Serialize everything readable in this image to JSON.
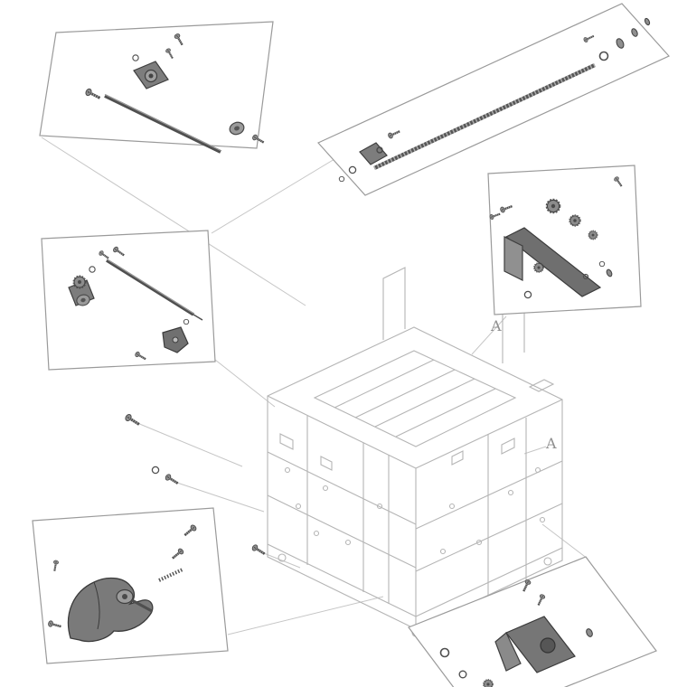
{
  "page": {
    "type": "exploded-parts-diagram",
    "background": "#ffffff"
  },
  "diagram": {
    "labels": {
      "section_a_upper": "A",
      "section_a_lower": "A"
    },
    "colors": {
      "chassis_outline": "#b5b5b5",
      "callout_border": "#9a9a9a",
      "part_dark": "#4f4f4f",
      "part_mid": "#8a8a8a",
      "leader_line": "#c6c6c6",
      "label_text": "#8f8f8f"
    },
    "central_figure": "printer-chassis-isometric-wireframe",
    "callouts": [
      {
        "id": "callout-top-left",
        "content": "rod-and-clutch-assembly"
      },
      {
        "id": "callout-top-right",
        "content": "long-shaft-assembly"
      },
      {
        "id": "callout-middle-left",
        "content": "rod-and-gear-assembly"
      },
      {
        "id": "callout-middle-right",
        "content": "gear-bracket-assembly"
      },
      {
        "id": "callout-bottom-left",
        "content": "lever-guide-assembly"
      },
      {
        "id": "callout-bottom-right",
        "content": "solenoid-bracket-assembly"
      }
    ]
  }
}
